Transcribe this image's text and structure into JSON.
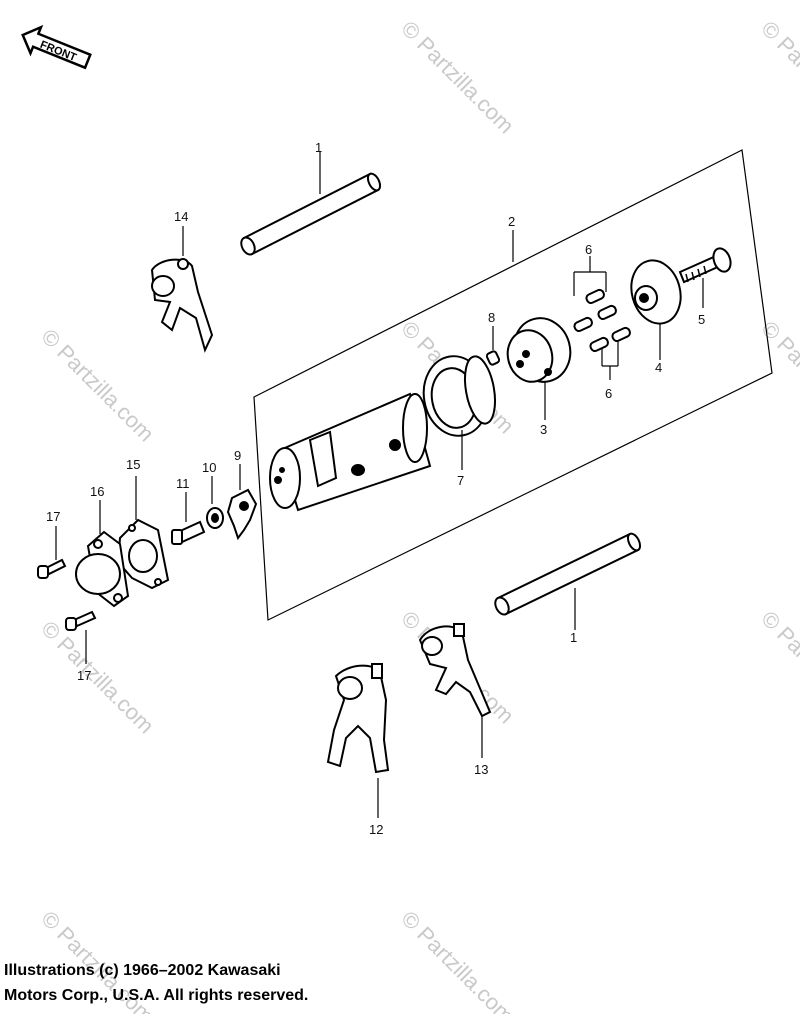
{
  "front_arrow": {
    "label": "FRONT"
  },
  "watermark": {
    "text": "© Partzilla.com"
  },
  "callouts": {
    "c1a": "1",
    "c1b": "1",
    "c2": "2",
    "c3": "3",
    "c4": "4",
    "c5": "5",
    "c6a": "6",
    "c6b": "6",
    "c7": "7",
    "c8": "8",
    "c9": "9",
    "c10": "10",
    "c11": "11",
    "c12": "12",
    "c13": "13",
    "c14": "14",
    "c15": "15",
    "c16": "16",
    "c17a": "17",
    "c17b": "17"
  },
  "copyright": {
    "line1": "Illustrations (c) 1966–2002 Kawasaki",
    "line2": "Motors Corp., U.S.A.  All rights reserved."
  }
}
